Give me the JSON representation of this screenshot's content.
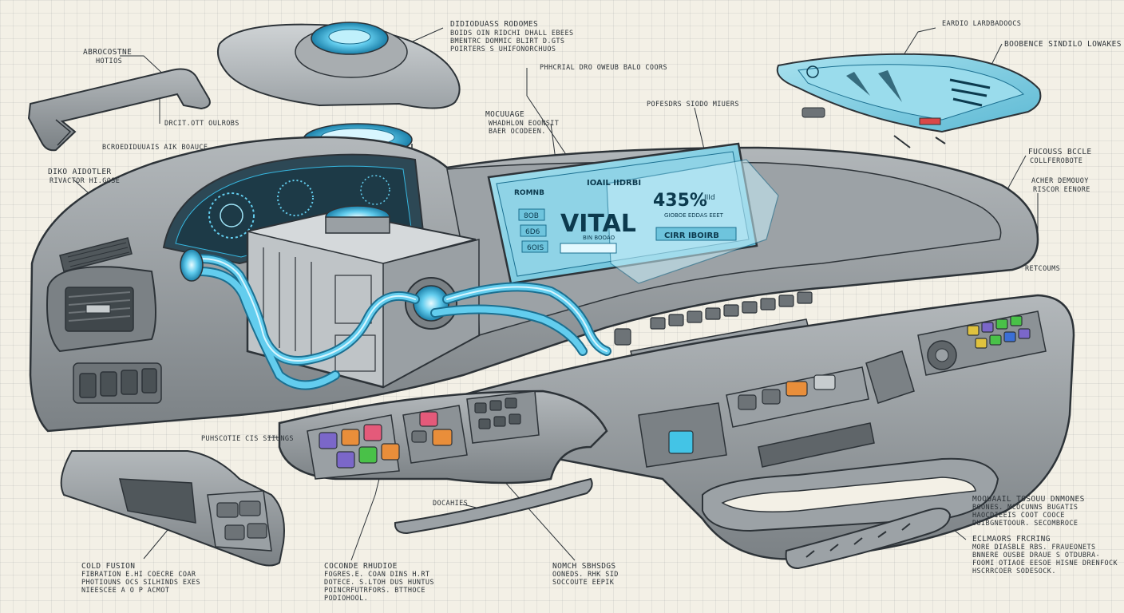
{
  "labels": {
    "top_center_main": "DIDIODUASS RODOMES",
    "top_center_sub": "BOIDS OIN RIDCHI DHALL EBEES\nBMENTRC DOMMIC BLIRT D.GTS\nPOIRTERS S UHIFONORCHUOS",
    "top_left_main": "ABROCOSTNE",
    "top_left_sub": "HOTIOS",
    "top_middle_upper": "PHHCRIAL DRO OWEUB BALO COORS",
    "module_main": "MOCUUAGE",
    "module_sub": "WHADHLON EOONSIT\nBAER OCODEEN.",
    "display_callout": "POFESDRS SIODO MIUERS",
    "top_right_1": "EARDIO LARDBADOOCS",
    "top_right_2": "BOOBENCE SINDILO LOWAKES",
    "handle_callout": "DRCIT.OTT OULROBS",
    "under_handle": "BCROEDIDUUAIS AIK BOAUCE",
    "left_mid_main": "DIKO AIDOTLER",
    "left_mid_sub": "RIVACTOR HI.GOSE",
    "right_upper_main": "FUCOUSS BCCLE",
    "right_upper_sub": "COLLFEROBOTE",
    "right_mid_main": "ACHER DEMOUOY",
    "right_mid_sub": "RISCOR EENORE",
    "right_low": "RETCOUMS",
    "console_callout": "PUHSCOTIE CIS SIIUNGS",
    "handle_bar_callout": "DOCAHIES",
    "bottom_left_main": "COLD FUSION",
    "bottom_left_sub": "FIBRATION E.HI COECRE COAR\nPHOTIOUNS OCS SILHINDS EXES\nNIEESCEE A O P ACMOT",
    "bottom_mid_main": "COCONDE RHUDIOE",
    "bottom_mid_sub": "FOGRES.E. COAN DINS H.RT\nDOTECE. S.LTOH DUS HUNTUS\nPOINCRFUTRFORS. BTTHOCE\nPODIOHOOL.",
    "bottom_center_main": "NOMCH SBHSDGS",
    "bottom_center_sub": "OONEDS. RHK SID\nSOCCOUTE EEPIK",
    "bottom_right_1_main": "MOOUAAIL TOSOUU DNMONES",
    "bottom_right_1_sub": "BOONES. MCOCUNNS BUGATIS\nHAOCDIEEIS COOT COOCE\nDUIBGNETOOUR. SECOMBROCE",
    "bottom_right_2_main": "ECLMAORS FRCRING",
    "bottom_right_2_sub": "MORE DIASBLE RBS. FRAUEONETS\nBNNERE OUSBE DRAUE S OTDUBRA-\nFOOMI OTIAOE EESOE HISNE DRENFOCK\nHSCRRCOER SODESOCK."
  },
  "display": {
    "left_header": "ROMNB",
    "rows": [
      "8OB",
      "6D6",
      "6OIS"
    ],
    "center_header": "IOAIL  IIDRBI",
    "big_word": "VITAL",
    "readout": "435%",
    "readout_unit": "IIId",
    "sub_caption": "GIOBOE EDDAS EEET",
    "code_line": "CIRR  IBOIRB",
    "small_left": "BIN BOOAO"
  },
  "colors": {
    "background": "#f3f0e6",
    "ink": "#2d3338",
    "metal": "#8c9296",
    "metal_dark": "#5f6569",
    "glow": "#36b7e0",
    "glow_light": "#9fe4f7",
    "screen": "#8fd3e6",
    "btn_purple": "#7b67c9",
    "btn_orange": "#e98e3a",
    "btn_pink": "#e45a7a",
    "btn_green": "#49c148",
    "btn_yellow": "#e0c23e",
    "btn_red": "#d94848",
    "btn_blue": "#3b6fd6",
    "btn_cyan": "#43c4e6"
  },
  "icons": [
    "hvac-vent-icon",
    "dial-gauge-icon",
    "fusion-core-icon",
    "toggle-button-icon"
  ]
}
